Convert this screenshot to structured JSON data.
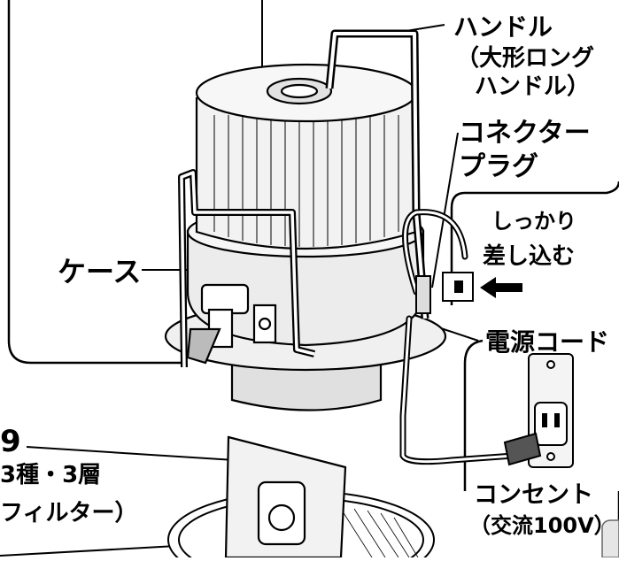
{
  "labels": {
    "handle_line1": "ハンドル",
    "handle_line2": "（大形ロング",
    "handle_line3": "ハンドル）",
    "connector_line1": "コネクター",
    "connector_line2": "プラグ",
    "firmly_line1": "しっかり",
    "firmly_line2": "差し込む",
    "case": "ケース",
    "power_cord": "電源コード",
    "outlet_line1": "コンセント",
    "outlet_line2": "（交流100V）",
    "partial_number": "9",
    "filter_line1": "3種・3層",
    "filter_line2": "フィルター）"
  },
  "icons": [
    "arrow-left-icon",
    "electrical-outlet-icon",
    "plug-icon"
  ],
  "colors": {
    "line": "#000000",
    "fill_light": "#f2f2f2",
    "fill_mid": "#dcdcdc",
    "background": "#ffffff"
  }
}
